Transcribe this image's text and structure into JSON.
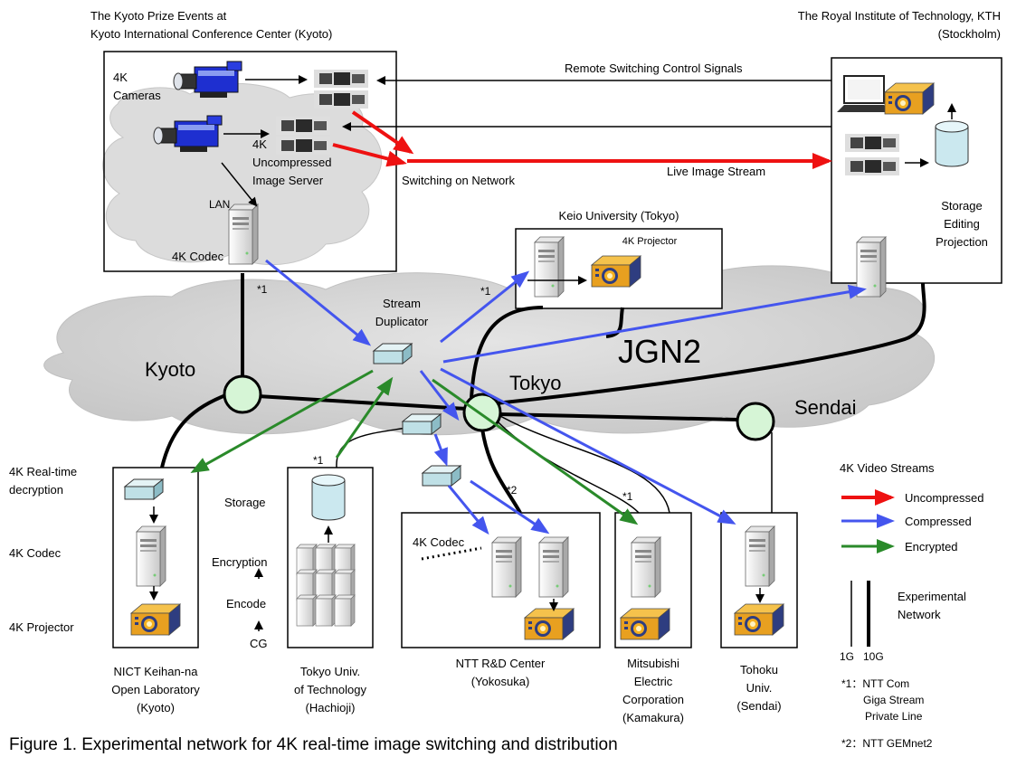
{
  "sites": {
    "kyoto_prize": {
      "header_line1": "The Kyoto Prize Events at",
      "header_line2": "Kyoto International Conference Center (Kyoto)",
      "cameras_label_1": "4K",
      "cameras_label_2": "Cameras",
      "server_label_1": "4K",
      "server_label_2": "Uncompressed",
      "server_label_3": "Image Server",
      "lan_label": "LAN",
      "codec_label": "4K Codec"
    },
    "kth": {
      "header_line1": "The Royal Institute of Technology, KTH",
      "header_line2": "(Stockholm)",
      "label_1": "Storage",
      "label_2": "Editing",
      "label_3": "Projection"
    },
    "keio": {
      "header": "Keio University (Tokyo)",
      "projector_label": "4K Projector"
    },
    "nict": {
      "decryption_1": "4K Real-time",
      "decryption_2": "decryption",
      "codec": "4K Codec",
      "projector": "4K Projector",
      "caption_1": "NICT Keihan-na",
      "caption_2": "Open Laboratory",
      "caption_3": "(Kyoto)"
    },
    "tokyo_tech": {
      "storage": "Storage",
      "encryption": "Encryption",
      "encode": "Encode",
      "cg": "CG",
      "caption_1": "Tokyo Univ.",
      "caption_2": "of Technology",
      "caption_3": "(Hachioji)"
    },
    "ntt": {
      "codec": "4K Codec",
      "caption_1": "NTT R&D Center",
      "caption_2": "(Yokosuka)"
    },
    "mitsubishi": {
      "caption_1": "Mitsubishi",
      "caption_2": "Electric",
      "caption_3": "Corporation",
      "caption_4": "(Kamakura)"
    },
    "tohoku": {
      "caption_1": "Tohoku",
      "caption_2": "Univ.",
      "caption_3": "(Sendai)"
    }
  },
  "flows": {
    "remote_switching": "Remote Switching Control Signals",
    "switching_on_network": "Switching on Network",
    "live_image_stream": "Live Image Stream",
    "stream_duplicator_1": "Stream",
    "stream_duplicator_2": "Duplicator"
  },
  "network": {
    "cloud_name": "JGN2",
    "nodes": {
      "kyoto": "Kyoto",
      "tokyo": "Tokyo",
      "sendai": "Sendai"
    },
    "line_marks": {
      "m1": "*1",
      "m2": "*1",
      "m3": "*1",
      "m4": "*2",
      "m5": "*1"
    }
  },
  "legend": {
    "title": "4K Video Streams",
    "uncompressed": "Uncompressed",
    "compressed": "Compressed",
    "encrypted": "Encrypted",
    "experimental_1": "Experimental",
    "experimental_2": "Network",
    "line_1g": "1G",
    "line_10g": "10G",
    "note1_line1": "*1：NTT Com",
    "note1_line2": "Giga Stream",
    "note1_line3": "Private Line",
    "note2": "*2：NTT GEMnet2",
    "colors": {
      "uncompressed": "#ee1111",
      "compressed": "#4455ee",
      "encrypted": "#2a8a2a"
    }
  },
  "caption": "Figure 1. Experimental network for 4K real-time image switching and distribution"
}
